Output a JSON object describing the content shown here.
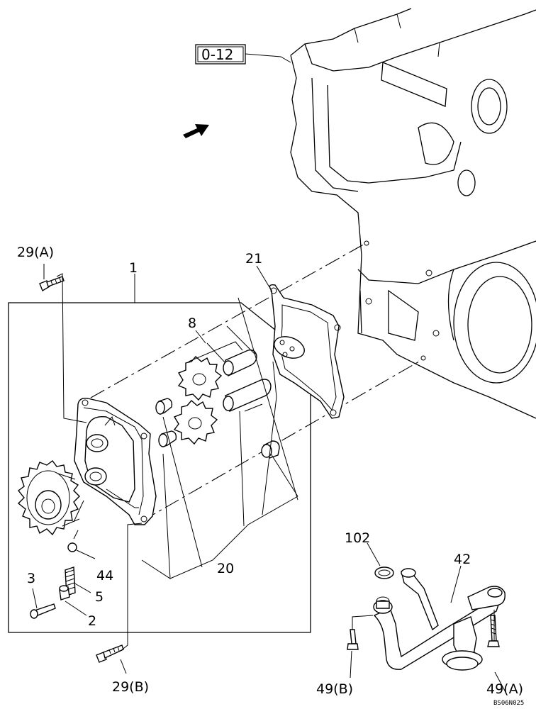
{
  "reference_box": {
    "label": "0-12"
  },
  "callouts": [
    {
      "key": "p1",
      "label": "1"
    },
    {
      "key": "p2",
      "label": "2"
    },
    {
      "key": "p3",
      "label": "3"
    },
    {
      "key": "p5",
      "label": "5"
    },
    {
      "key": "p8",
      "label": "8"
    },
    {
      "key": "p20",
      "label": "20"
    },
    {
      "key": "p21",
      "label": "21"
    },
    {
      "key": "p29a",
      "label": "29(A)"
    },
    {
      "key": "p29b",
      "label": "29(B)"
    },
    {
      "key": "p42",
      "label": "42"
    },
    {
      "key": "p44",
      "label": "44"
    },
    {
      "key": "p49a",
      "label": "49(A)"
    },
    {
      "key": "p49b",
      "label": "49(B)"
    },
    {
      "key": "p102",
      "label": "102"
    }
  ],
  "drawing_code": "BS06N025",
  "icons": {
    "direction": "front-direction-arrow-icon"
  },
  "colors": {
    "ink": "#000000",
    "paper": "#ffffff"
  }
}
